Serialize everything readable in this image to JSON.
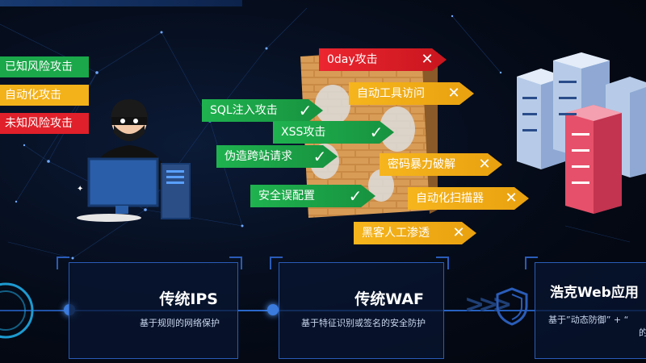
{
  "legend": {
    "known_attack": "已知风险攻击",
    "automated_attack": "自动化攻击",
    "unknown_attack": "未知风险攻击"
  },
  "attacks": {
    "zeroday": "0day攻击",
    "auto_tool": "自动工具访问",
    "sql_injection": "SQL注入攻击",
    "xss": "XSS攻击",
    "csrf": "伪造跨站请求",
    "password_brute": "密码暴力破解",
    "misconfig": "安全误配置",
    "auto_scanner": "自动化扫描器",
    "manual_pentest": "黑客人工渗透"
  },
  "stages": {
    "ips_title": "传统IPS",
    "ips_desc": "基于规则的网络保护",
    "waf_title": "传统WAF",
    "waf_desc": "基于特征识别或签名的安全防护",
    "hawk_title": "浩克Web应用",
    "hawk_desc": "基于”动态防御” + “",
    "hawk_desc2": "的"
  },
  "colors": {
    "known": "#1aa84a",
    "automated": "#f3b21a",
    "unknown": "#e0202a",
    "accent": "#2a5cb8"
  },
  "icons": {
    "pass": "check-icon",
    "block": "x-icon",
    "shield": "shield-icon"
  }
}
